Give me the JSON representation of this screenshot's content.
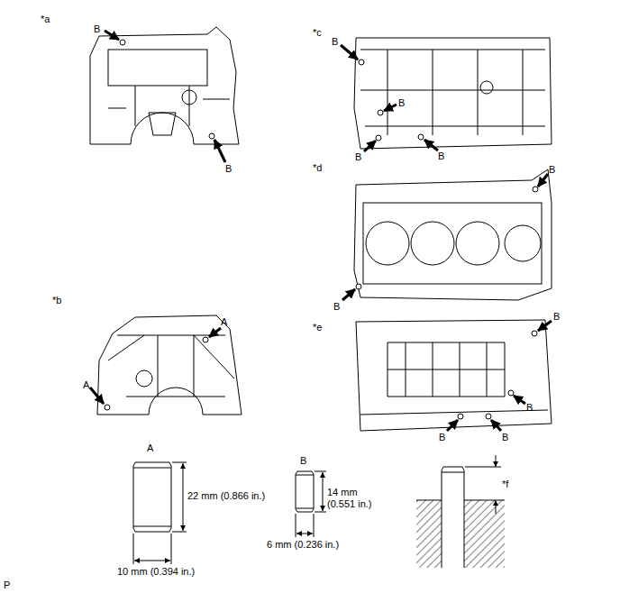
{
  "diagram": {
    "labels": [
      "*a",
      "B",
      "B",
      "*c",
      "B",
      "B",
      "B",
      "B",
      "*d",
      "B",
      "B",
      "*b",
      "A",
      "A",
      "*e",
      "B",
      "B",
      "B",
      "B",
      "A",
      "B",
      "22 mm (0.866 in.)",
      "14 mm (0.551 in.)",
      "6 mm (0.236 in.)",
      "10 mm (0.394 in.)",
      "*f",
      "P"
    ]
  }
}
